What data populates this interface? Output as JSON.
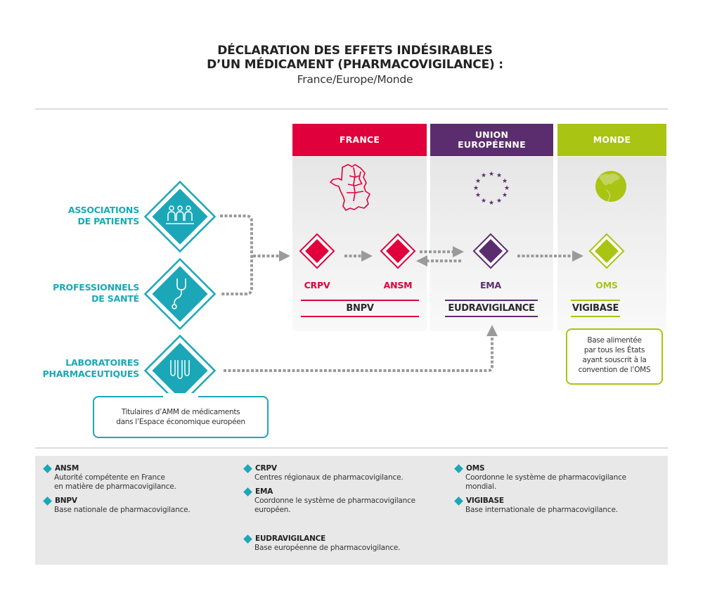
{
  "header": {
    "title_line1": "DÉCLARATION DES EFFETS INDÉSIRABLES",
    "title_line2": "D’UN MÉDICAMENT (PHARMACOVIGILANCE) :",
    "subtitle": "France/Europe/Monde"
  },
  "colors": {
    "france": "#e0003c",
    "europe": "#5b2d6e",
    "monde": "#a9c412",
    "actors": "#1ba7b8",
    "arrows": "#9a9a9a",
    "legend_bg": "#e8e8e8"
  },
  "regions": [
    {
      "id": "france",
      "label": "FRANCE",
      "icon": "france-map-icon"
    },
    {
      "id": "europe",
      "label": "UNION\nEUROPÉENNE",
      "icon": "eu-stars-icon"
    },
    {
      "id": "monde",
      "label": "MONDE",
      "icon": "globe-icon"
    }
  ],
  "actors": [
    {
      "id": "patients",
      "label_line1": "ASSOCIATIONS",
      "label_line2": "DE PATIENTS",
      "icon": "people-group-icon"
    },
    {
      "id": "professionnels",
      "label_line1": "PROFESSIONNELS",
      "label_line2": "DE SANTÉ",
      "icon": "stethoscope-icon"
    },
    {
      "id": "laboratoires",
      "label_line1": "LABORATOIRES",
      "label_line2": "PHARMACEUTIQUES",
      "icon": "test-tubes-icon"
    }
  ],
  "nodes": [
    {
      "id": "crpv",
      "label": "CRPV",
      "region": "france"
    },
    {
      "id": "ansm",
      "label": "ANSM",
      "region": "france"
    },
    {
      "id": "ema",
      "label": "EMA",
      "region": "europe"
    },
    {
      "id": "oms",
      "label": "OMS",
      "region": "monde"
    }
  ],
  "databases": [
    {
      "id": "bnpv",
      "label": "BNPV",
      "region": "france"
    },
    {
      "id": "eudravigilance",
      "label": "EUDRAVIGILANCE",
      "region": "europe"
    },
    {
      "id": "vigibase",
      "label": "VIGIBASE",
      "region": "monde"
    }
  ],
  "flows": [
    {
      "from": "patients",
      "to": "crpv"
    },
    {
      "from": "professionnels",
      "to": "crpv"
    },
    {
      "from": "crpv",
      "to": "ansm"
    },
    {
      "from": "ansm",
      "to": "ema"
    },
    {
      "from": "ema",
      "to": "ansm"
    },
    {
      "from": "ema",
      "to": "oms"
    },
    {
      "from": "laboratoires",
      "to": "eudravigilance"
    }
  ],
  "notes": {
    "laboratoires": "Titulaires d’AMM de médicaments\ndans l’Espace économique européen",
    "vigibase": "Base alimentée\npar tous les États\nayant souscrit à la\nconvention de l’OMS"
  },
  "legend": [
    {
      "term": "ANSM",
      "definition": "Autorité compétente en France\nen matière de pharmacovigilance."
    },
    {
      "term": "BNPV",
      "definition": "Base nationale de pharmacovigilance."
    },
    {
      "term": "CRPV",
      "definition": "Centres régionaux de pharmacovigilance."
    },
    {
      "term": "EMA",
      "definition": "Coordonne le système de pharmacovigilance\neuropéen."
    },
    {
      "term": "EUDRAVIGILANCE",
      "definition": "Base européenne de pharmacovigilance."
    },
    {
      "term": "OMS",
      "definition": "Coordonne le système de pharmacovigilance\nmondial."
    },
    {
      "term": "VIGIBASE",
      "definition": "Base internationale de pharmacovigilance."
    }
  ]
}
